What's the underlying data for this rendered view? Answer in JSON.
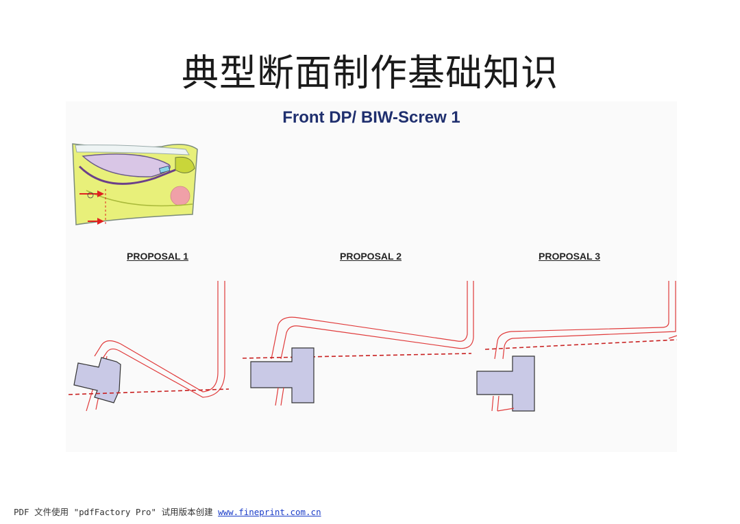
{
  "title": "典型断面制作基础知识",
  "slide": {
    "title": "Front DP/ BIW-Screw 1",
    "proposals": [
      "PROPOSAL 1",
      "PROPOSAL 2",
      "PROPOSAL 3"
    ]
  },
  "footer": {
    "text": "PDF 文件使用 \"pdfFactory Pro\" 试用版本创建 ",
    "link": "www.fineprint.com.cn"
  },
  "colors": {
    "section_line": "#e03a3a",
    "part_fill": "#c9c9e6",
    "title_blue": "#1f2f6e"
  }
}
